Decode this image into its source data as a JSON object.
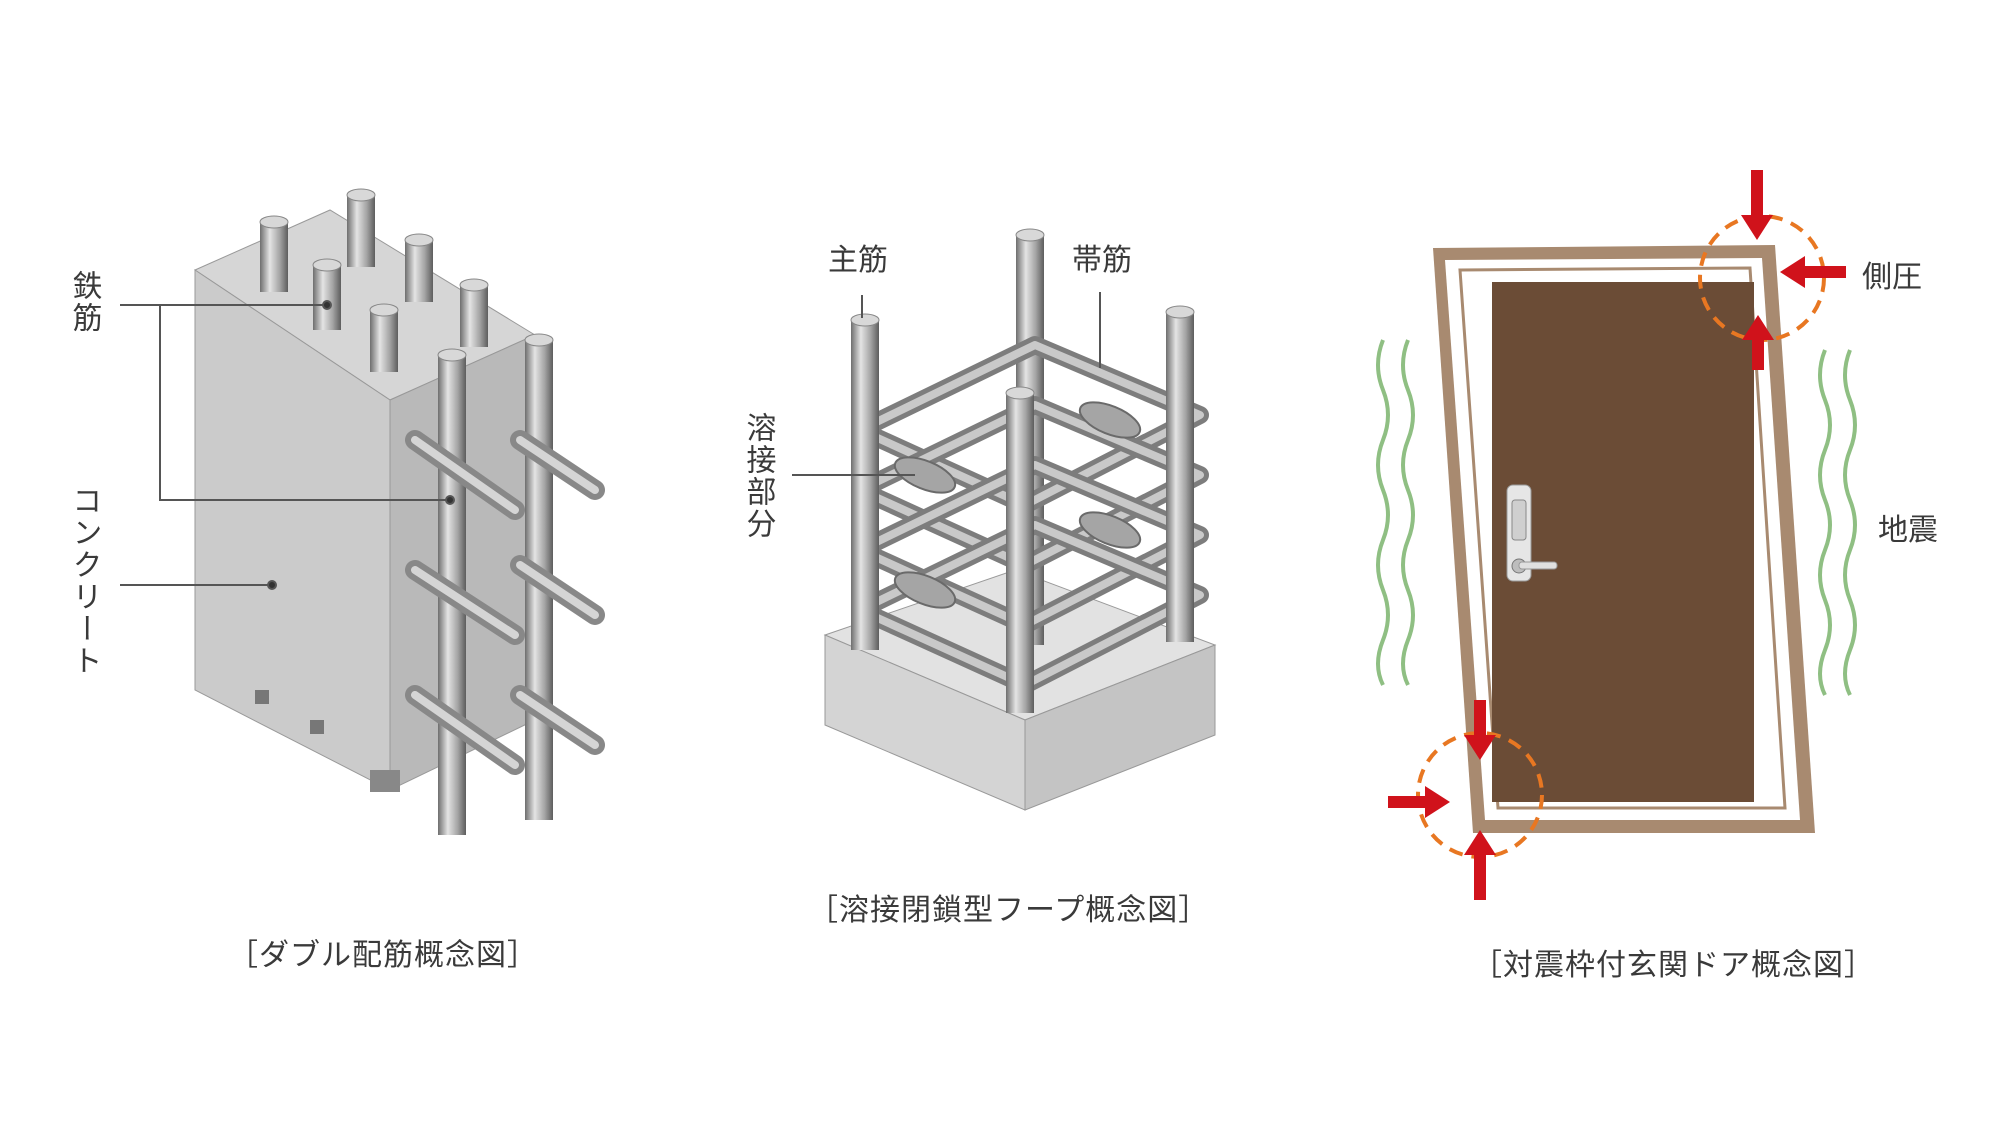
{
  "diagrams": {
    "double_rebar": {
      "caption": "［ダブル配筋概念図］",
      "label_rebar": "鉄筋",
      "label_concrete": "コンクリート"
    },
    "welded_hoop": {
      "caption": "［溶接閉鎖型フープ概念図］",
      "label_main_bar": "主筋",
      "label_band_bar": "帯筋",
      "label_weld": "溶接部分"
    },
    "seismic_door": {
      "caption": "［対震枠付玄関ドア概念図］",
      "label_side_pressure": "側圧",
      "label_earthquake": "地震"
    }
  },
  "colors": {
    "concrete": "#c9c9c9",
    "rebar": "#9a9a9a",
    "door": "#6b4c36",
    "frame": "#a88a70",
    "arrow": "#d0121b",
    "circle": "#e87722",
    "wave": "#8fbf83"
  }
}
